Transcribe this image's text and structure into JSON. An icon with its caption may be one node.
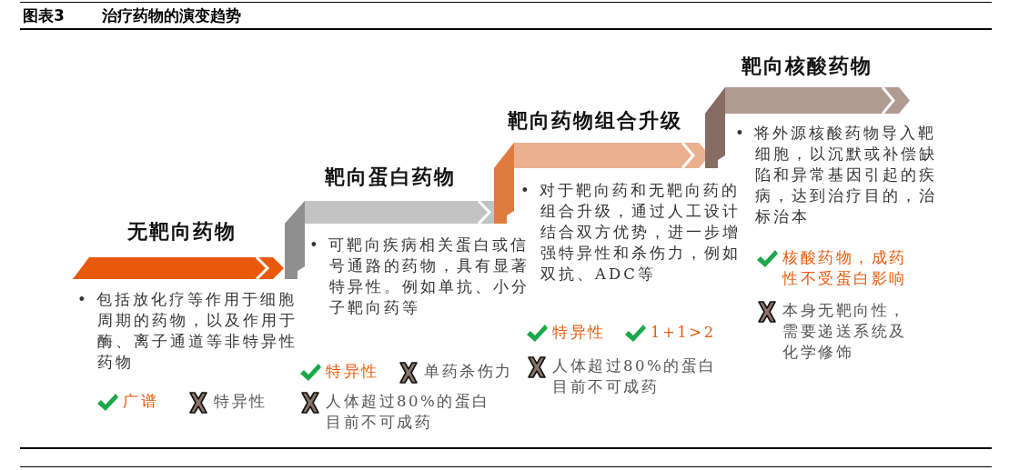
{
  "diagram": {
    "title": "治疗药物的演变趋势",
    "nodes": [
      {
        "text": [
          "无靶向药物",
          "• 包括放化疗等作用于细胞周期的药物，以及作用于酶、离子通道等非特异性药物",
          "广谱",
          "特异性"
        ]
      },
      {
        "text": [
          "靶向蛋白药物",
          "• 可靶向疾病相关蛋白或信号通路的药物，具有显著特异性。例如单抗、小分子靶向药等",
          "特异性",
          "单药杀伤力",
          "人体超过80%的蛋白目前不可成药"
        ]
      },
      {
        "text": [
          "靶向药物组合升级",
          "• 对于靶向药和无靶向药的组合升级，通过人工设计结合双方优势，进一步增强特异性和杀伤力，例如双抗、ADC等",
          "特异性",
          "1+1>2",
          "人体超过80%的蛋白目前不可成药"
        ]
      },
      {
        "text": [
          "靶向核酸药物",
          "• 将外源核酸药物导入靶细胞，以沉默或补偿缺陷和异常基因引起的疾病，达到治疗目的，治标治本",
          "核酸药物，成药性不受蛋白影响",
          "本身无靶向性，需要递送系统及化学修饰"
        ]
      }
    ],
    "labels": [
      "图表3"
    ]
  }
}
